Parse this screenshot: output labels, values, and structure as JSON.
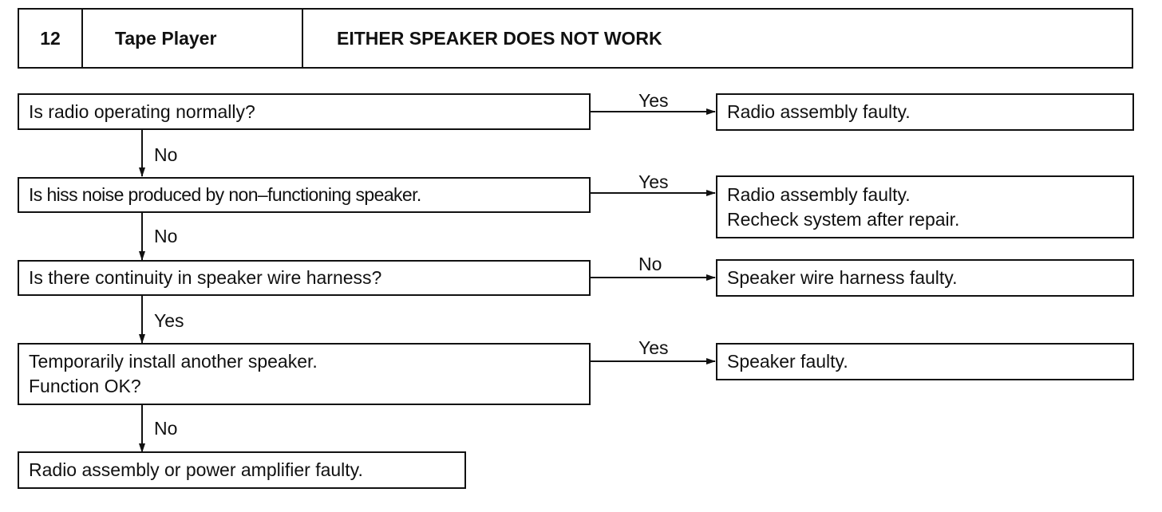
{
  "header": {
    "number": "12",
    "system": "Tape Player",
    "title": "EITHER SPEAKER DOES NOT WORK"
  },
  "steps": [
    {
      "question": [
        "Is radio operating normally?"
      ],
      "branch_label": "Yes",
      "result": [
        "Radio assembly faulty."
      ],
      "down_label": "No"
    },
    {
      "question": [
        "Is hiss noise produced by non–functioning speaker."
      ],
      "branch_label": "Yes",
      "result": [
        "Radio assembly faulty.",
        "Recheck system after repair."
      ],
      "down_label": "No"
    },
    {
      "question": [
        "Is there continuity in speaker wire harness?"
      ],
      "branch_label": "No",
      "result": [
        "Speaker wire harness faulty."
      ],
      "down_label": "Yes"
    },
    {
      "question": [
        "Temporarily install another speaker.",
        "Function OK?"
      ],
      "branch_label": "Yes",
      "result": [
        "Speaker faulty."
      ],
      "down_label": "No"
    }
  ],
  "final": [
    "Radio assembly or power amplifier faulty."
  ],
  "colors": {
    "line": "#111111",
    "background": "#ffffff"
  }
}
